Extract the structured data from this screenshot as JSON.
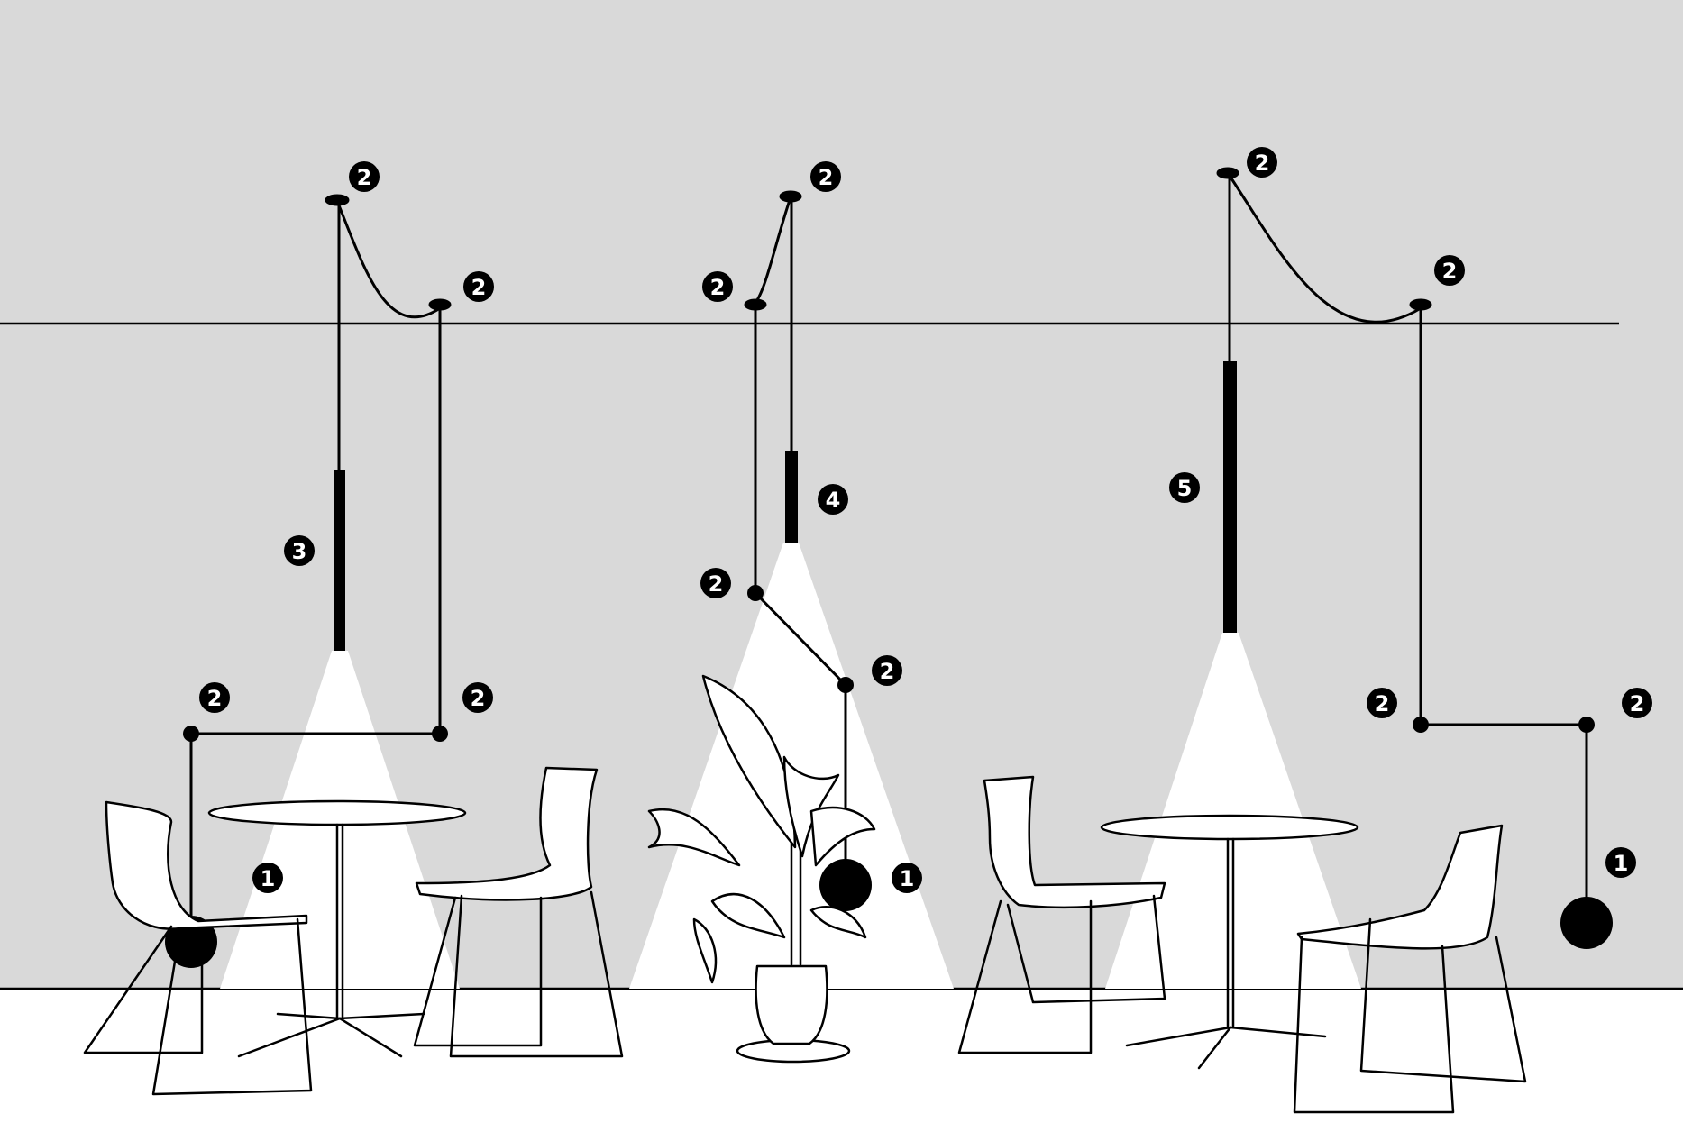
{
  "colors": {
    "wall": "#d9d9d9",
    "floor": "#ffffff",
    "line": "#000000",
    "light_beam": "#ffffff",
    "marker_fill": "#000000",
    "marker_text": "#ffffff"
  },
  "markers": {
    "m1": "1",
    "m2": "2",
    "m3": "3",
    "m4": "4",
    "m5": "5"
  },
  "icons": {
    "chair": "chair-icon",
    "table": "table-icon",
    "plant": "plant-icon",
    "pendant": "pendant-lamp-icon",
    "sphere": "sphere-counterweight-icon"
  }
}
